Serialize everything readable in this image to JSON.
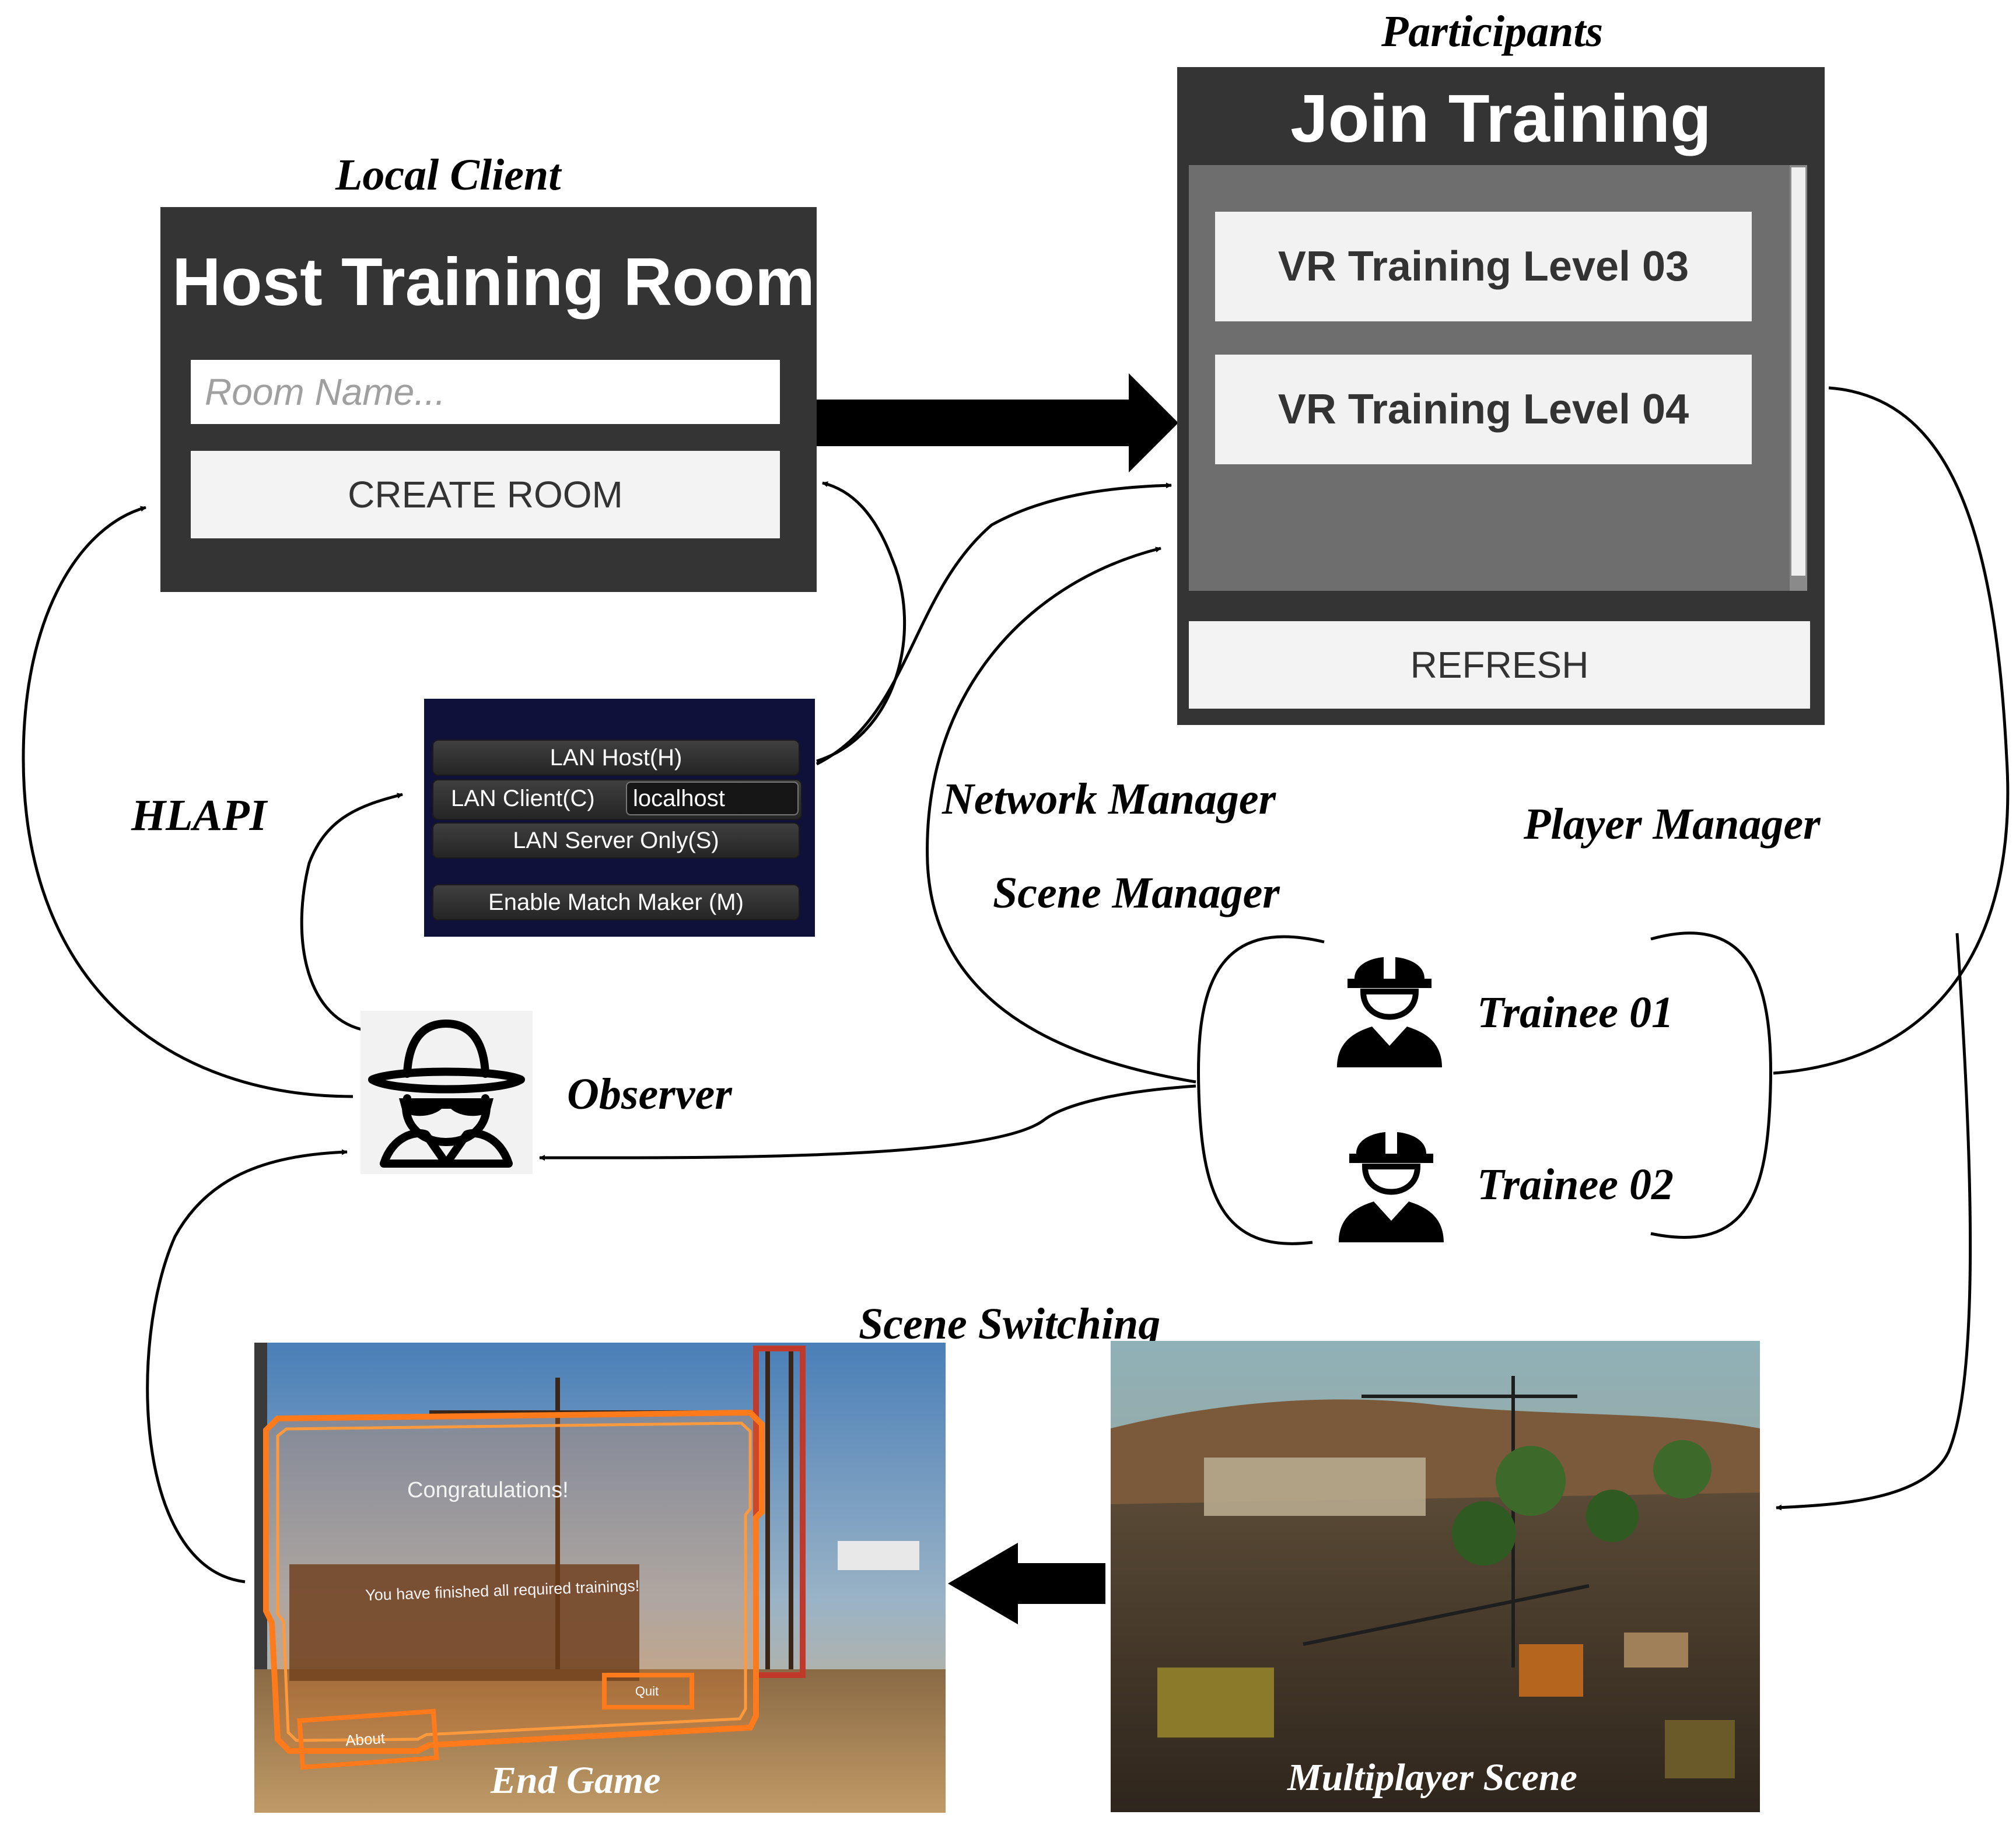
{
  "captions": {
    "participants": "Participants",
    "local_client": "Local Client",
    "hlapi": "HLAPI",
    "network_manager": "Network Manager",
    "player_manager": "Player Manager",
    "scene_manager": "Scene Manager",
    "observer": "Observer",
    "trainee_01": "Trainee 01",
    "trainee_02": "Trainee 02",
    "scene_switching": "Scene Switching",
    "end_game": "End Game",
    "multiplayer_scene": "Multiplayer Scene"
  },
  "host_panel": {
    "title": "Host Training Room",
    "room_placeholder": "Room Name...",
    "create_label": "CREATE ROOM"
  },
  "join_panel": {
    "title": "Join Training",
    "levels": [
      "VR Training Level 03",
      "VR Training Level 04"
    ],
    "refresh_label": "REFRESH"
  },
  "lan_panel": {
    "host_label": "LAN Host(H)",
    "client_label": "LAN Client(C)",
    "client_address": "localhost",
    "server_label": "LAN Server Only(S)",
    "matchmaker_label": "Enable Match Maker (M)"
  },
  "end_game_screen": {
    "congrats": "Congratulations!",
    "message": "You have finished all required trainings!",
    "about_label": "About",
    "quit_label": "Quit"
  },
  "colors": {
    "panel_dark": "#343434",
    "panel_list": "#6e6e6e",
    "button_light": "#f3f3f3",
    "lan_bg": "#10113a",
    "ui_orange": "#ff7a1a"
  }
}
